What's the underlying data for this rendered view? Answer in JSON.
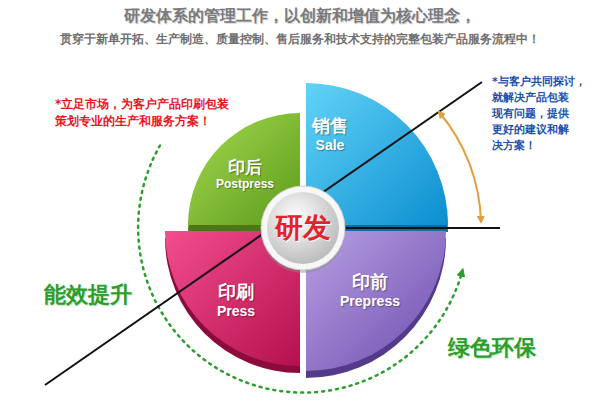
{
  "diagram": {
    "title": "研发体系的管理工作，以创新和增值为核心理念，",
    "nodes": [
      {
        "text": [
          "印后",
          "Postpress"
        ]
      },
      {
        "text": [
          "销售",
          "Sale"
        ]
      },
      {
        "text": [
          "研发"
        ]
      },
      {
        "text": [
          "印刷",
          "Press"
        ]
      },
      {
        "text": [
          "印前",
          "Prepress"
        ]
      }
    ],
    "labels": [
      "贯穿于新单开拓、生产制造、质量控制、售后服务和技术支持的完整包装产品服务流程中！",
      "*立足市场，为客户产品印刷包装 策划专业的生产和服务方案！",
      "*与客户共同探讨， 就解决产品包装 现有问题，提供 更好的建议和解 决方案！",
      "能效提升",
      "绿色环保"
    ]
  }
}
